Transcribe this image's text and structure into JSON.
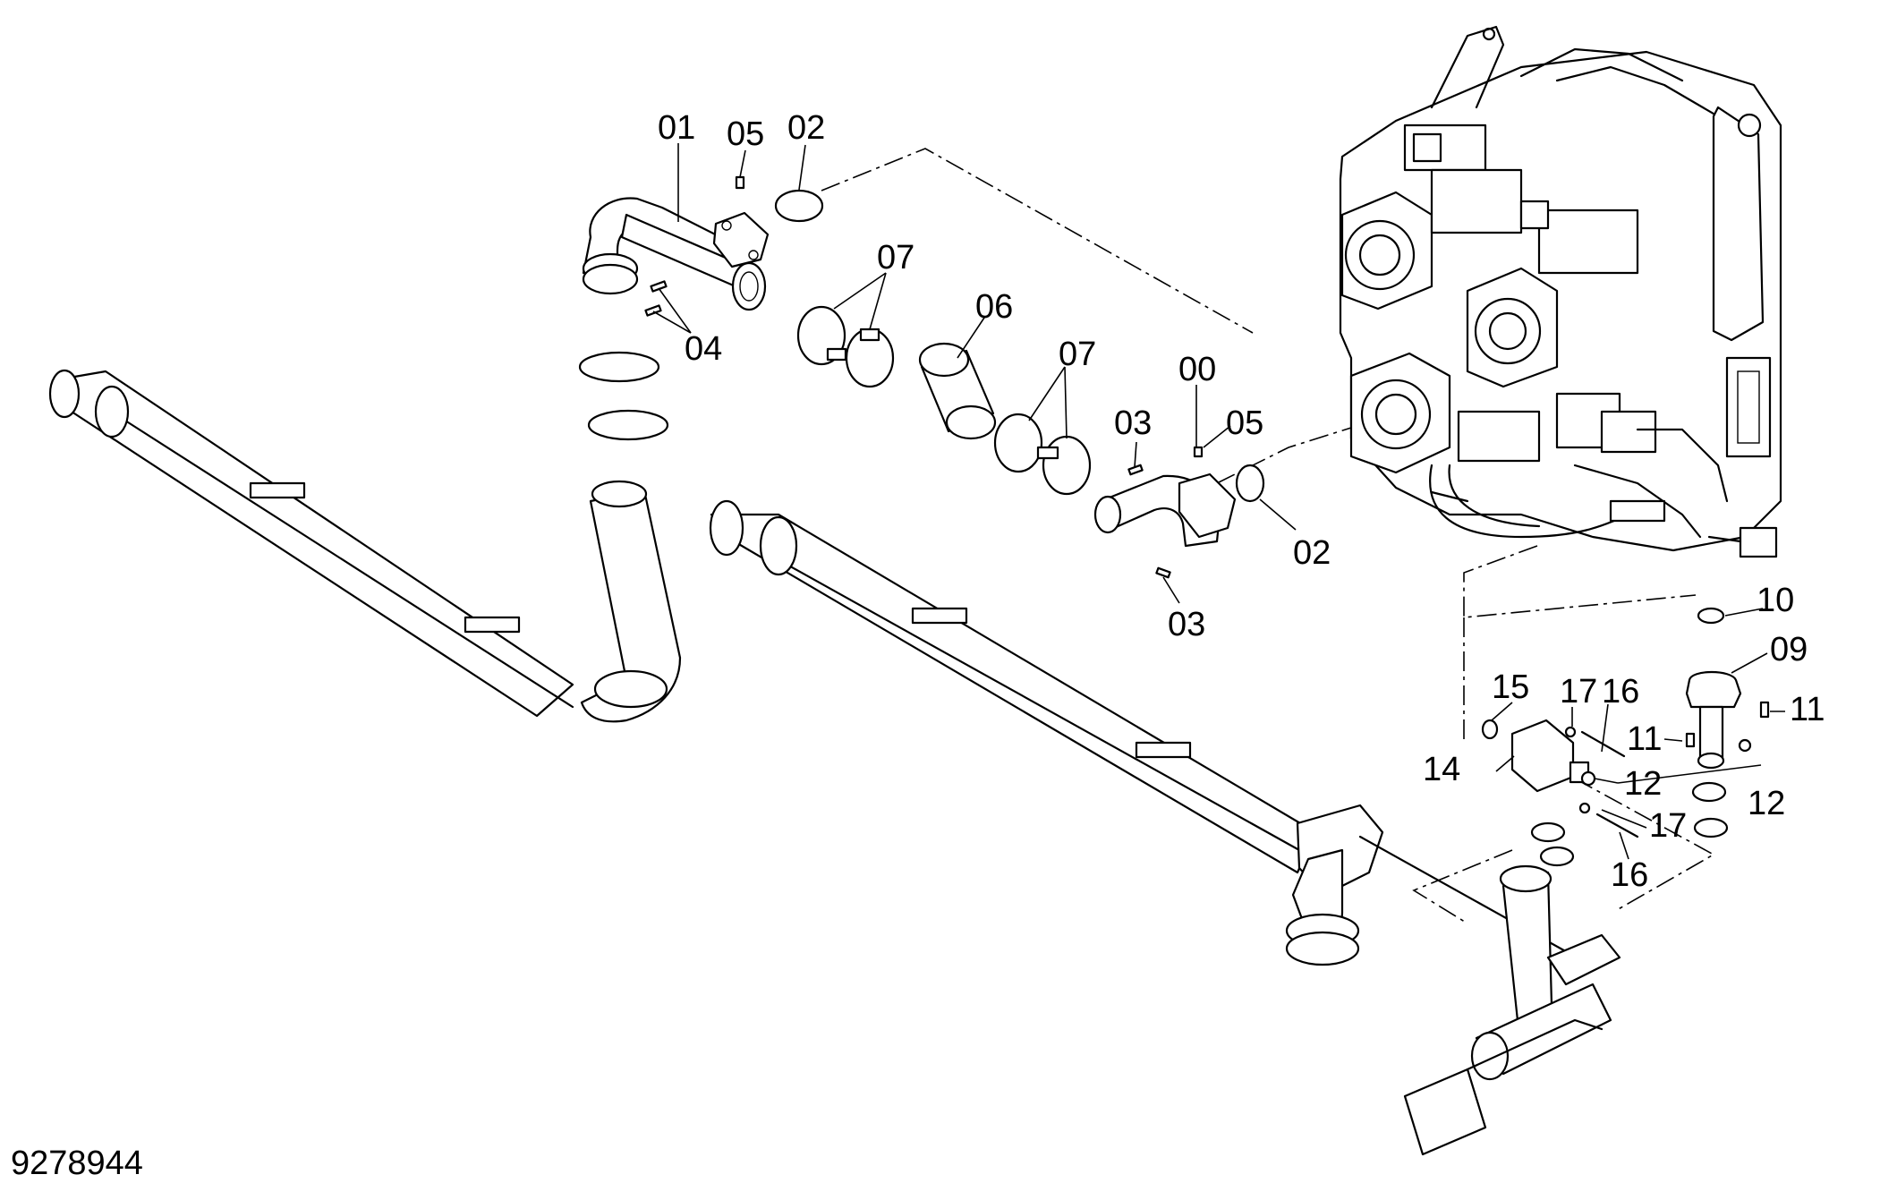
{
  "document_number": "9278944",
  "callouts": {
    "c01": "01",
    "c05a": "05",
    "c02a": "02",
    "c07a": "07",
    "c04": "04",
    "c06": "06",
    "c07b": "07",
    "c00": "00",
    "c03a": "03",
    "c05b": "05",
    "c02b": "02",
    "c03b": "03",
    "c10": "10",
    "c09": "09",
    "c11a": "11",
    "c11b": "11",
    "c15": "15",
    "c17a": "17",
    "c16a": "16",
    "c14": "14",
    "c12a": "12",
    "c12b": "12",
    "c17b": "17",
    "c16b": "16"
  }
}
